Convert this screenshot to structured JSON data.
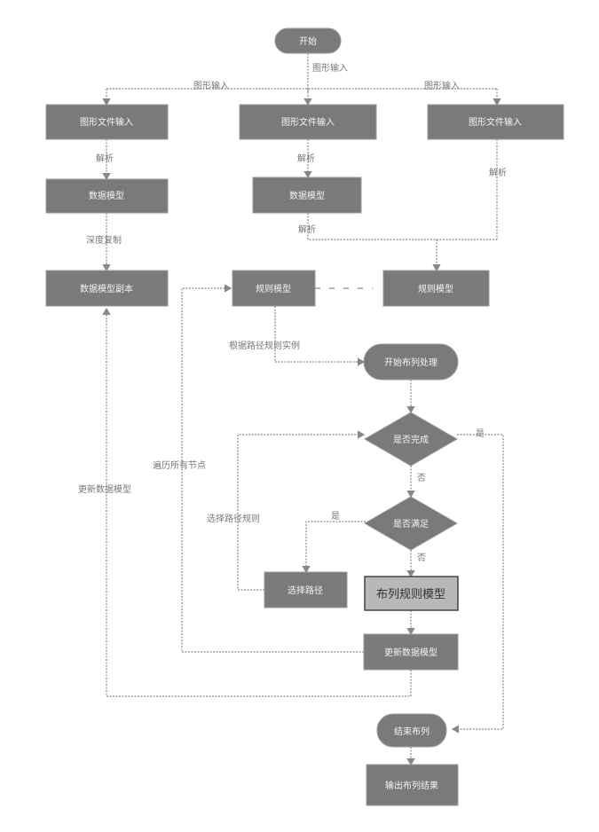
{
  "diagram": {
    "start": "开始",
    "edge_labels": {
      "input_center": "图形输入",
      "input_left": "图形输入",
      "input_right": "图形输入",
      "parse_left": "解析",
      "parse_center": "解析",
      "parse_right": "解析",
      "merge_center": "解析",
      "deep_copy": "深度复制",
      "rule_instance": "根据路径规则实例",
      "loop_left_inner": "遍历所有节点",
      "loop_left_outer": "更新数据模型",
      "select_path": "选择路径规则",
      "yes_right": "是",
      "no_down_1": "否",
      "yes_left": "是",
      "no_down_2": "否"
    },
    "nodes": {
      "left_input_box": "图形文件输入",
      "center_input_box": "图形文件输入",
      "right_input_box": "图形文件输入",
      "left_parse_box": "数据模型",
      "center_parse_box": "数据模型",
      "left_copy_box": "数据模型副本",
      "center_rule_box": "规则模型",
      "right_rule_box": "规则模型",
      "process_start": "开始布列处理",
      "decision_1": "是否完成",
      "decision_2": "是否满足",
      "select_box": "选择路径",
      "rule_model_box": "布列规则模型",
      "update_box": "更新数据模型",
      "end": "结束布列",
      "output_box": "输出布列结果"
    }
  }
}
